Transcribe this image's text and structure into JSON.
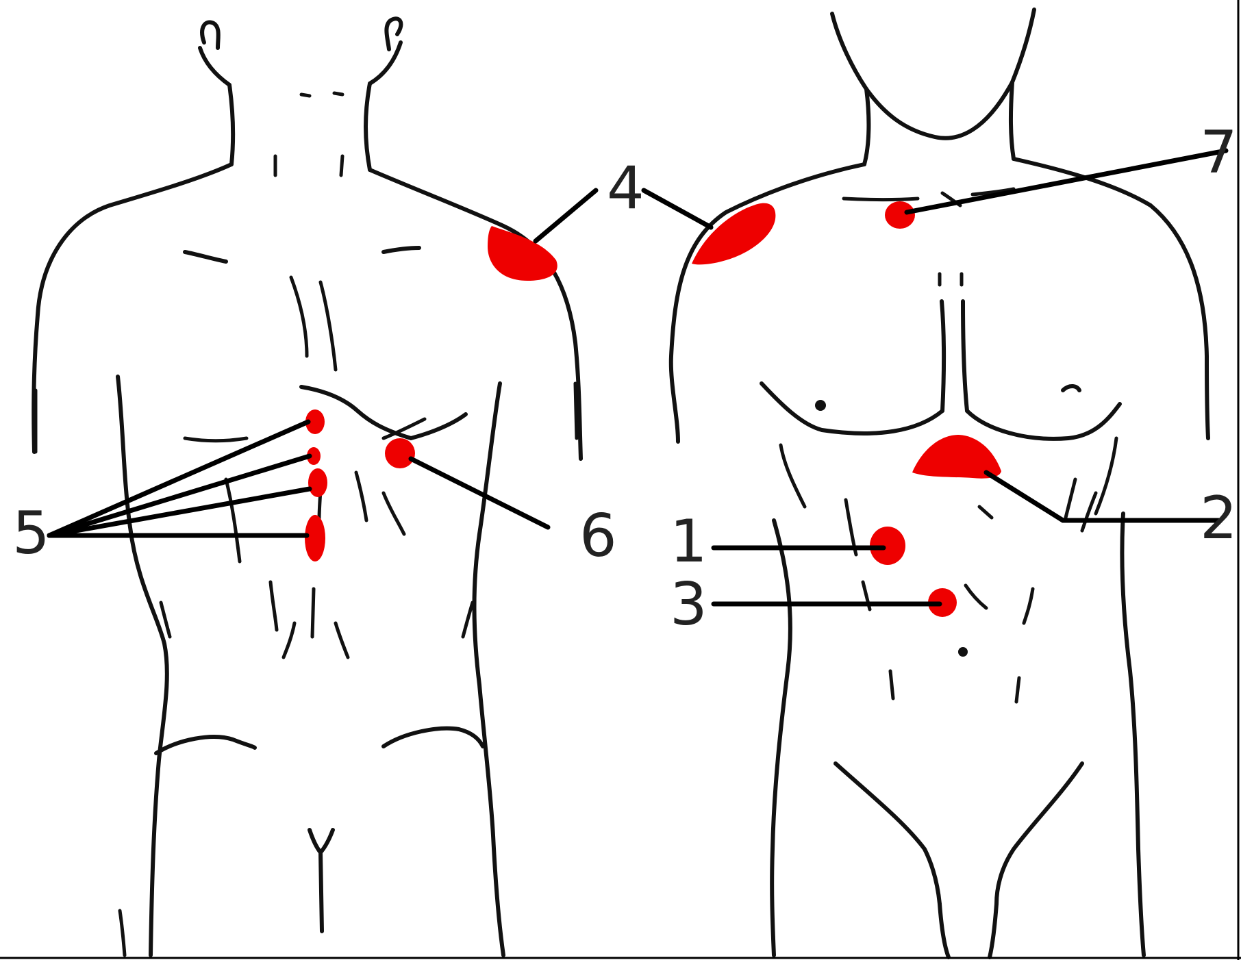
{
  "colors": {
    "ink": "#111111",
    "marker": "#ee0000",
    "background": "#ffffff"
  },
  "figures": {
    "back": {
      "name": "posterior-torso"
    },
    "front": {
      "name": "anterior-torso"
    }
  },
  "labels": {
    "l1": "1",
    "l2": "2",
    "l3": "3",
    "l4": "4",
    "l5": "5",
    "l6": "6",
    "l7": "7"
  }
}
